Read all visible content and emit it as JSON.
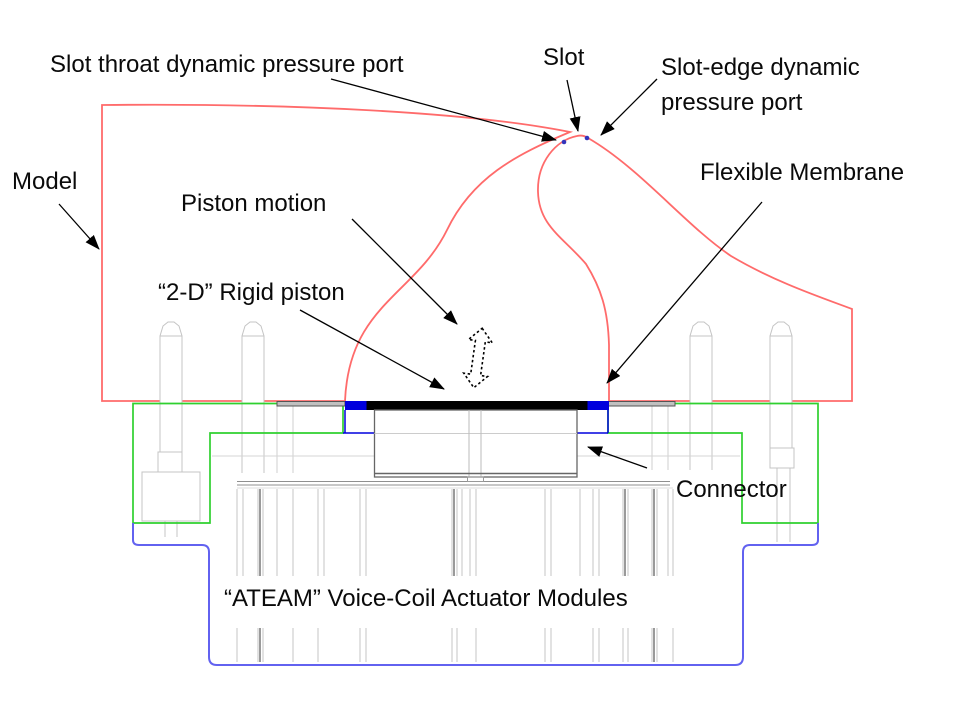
{
  "labels": {
    "slot_throat_port": "Slot throat dynamic pressure port",
    "slot": "Slot",
    "slot_edge_port": "Slot-edge dynamic\npressure port",
    "model": "Model",
    "flexible_membrane": "Flexible Membrane",
    "piston_motion": "Piston motion",
    "rigid_piston": "“2-D” Rigid piston",
    "connector": "Connector",
    "ateam_modules": "“ATEAM” Voice-Coil Actuator Modules"
  },
  "colors": {
    "model_outline": "#ff6b6b",
    "membrane_seal": "#0000dd",
    "piston_bar": "#000000",
    "mount_plate": "#2fd02f",
    "actuator_housing": "#6262f0",
    "pressure_port_dot": "#3434bb",
    "cad_light": "#c4c4c4",
    "cad_medium": "#8f8f8f",
    "annotation": "#000000"
  }
}
